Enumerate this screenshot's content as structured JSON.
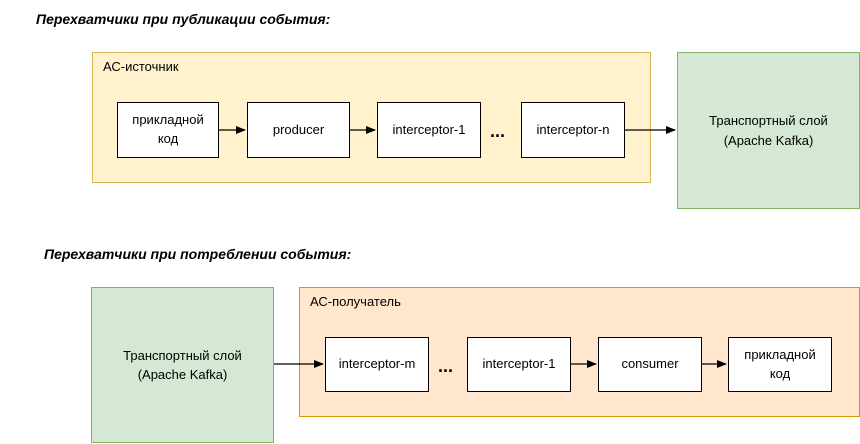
{
  "publish": {
    "heading": "Перехватчики при публикации события:",
    "source_label": "АС-источник",
    "app_code": "прикладной\nкод",
    "producer": "producer",
    "interceptor_first": "interceptor-1",
    "ellipsis": "...",
    "interceptor_last": "interceptor-n",
    "transport": "Транспортный слой\n(Apache Kafka)"
  },
  "consume": {
    "heading": "Перехватчики при потреблении события:",
    "receiver_label": "АС-получатель",
    "transport": "Транспортный слой\n(Apache Kafka)",
    "interceptor_first": "interceptor-m",
    "ellipsis": "...",
    "interceptor_last": "interceptor-1",
    "consumer": "consumer",
    "app_code": "прикладной\nкод"
  }
}
